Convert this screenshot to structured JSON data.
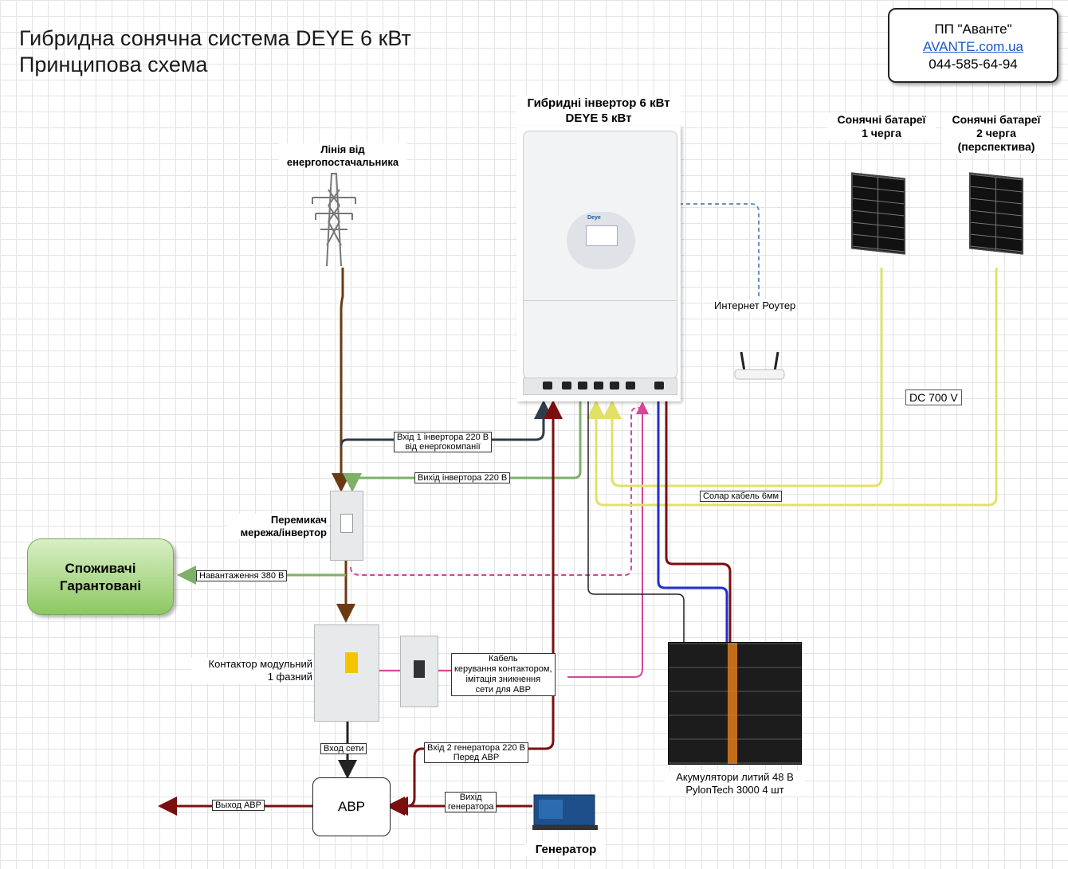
{
  "title": {
    "line1": "Гибридна сонячна система DEYE 6 кВт",
    "line2": "Принципова схема"
  },
  "company": {
    "name": "ПП \"Аванте\"",
    "website": "AVANTE.com.ua",
    "phone": "044-585-64-94"
  },
  "inverter": {
    "label_line1": "Гибридні інвертор 6 кВт",
    "label_line2": "DEYE 5 кВт",
    "brand": "Deye"
  },
  "grid_line": {
    "label_line1": "Лінія від",
    "label_line2": "енергопостачальника"
  },
  "solar": {
    "panel1_line1": "Сонячні батареї",
    "panel1_line2": "1 черга",
    "panel2_line1": "Сонячні батареї",
    "panel2_line2": "2 черга",
    "panel2_line3": "(перспектива)",
    "voltage": "DC 700 V",
    "cable": "Солар кабель 6мм"
  },
  "router": {
    "label": "Интернет Роутер"
  },
  "switch": {
    "label_line1": "Перемикач",
    "label_line2": "мережа/інвертор"
  },
  "consumers": {
    "line1": "Споживачі",
    "line2": "Гарантовані"
  },
  "contactor": {
    "label_line1": "Контактор модульний",
    "label_line2": "1 фазний"
  },
  "control_cable": {
    "line1": "Кабель",
    "line2": "керування контактором,",
    "line3": "імітація зникнення",
    "line4": "сети для АВР"
  },
  "battery": {
    "label_line1": "Акумулятори литий 48 В",
    "label_line2": "PylonTech 3000 4 шт"
  },
  "avr": {
    "label": "АВР"
  },
  "generator": {
    "label": "Генератор"
  },
  "captions": {
    "input1_line1": "Вхід 1 інвертора 220 В",
    "input1_line2": "від енергокомпанії",
    "inverter_output": "Вихід інвертора 220 В",
    "load": "Навантаження 380 В",
    "grid_input": "Вход сети",
    "input2_line1": "Вхід 2 генератора 220 В",
    "input2_line2": "Перед АВР",
    "generator_out_line1": "Вихід",
    "generator_out_line2": "генератора",
    "avr_out": "Выход АВР"
  },
  "colors": {
    "grid_brown": "#6b3a12",
    "dark_slate": "#2f3d4a",
    "green": "#7fb069",
    "pink": "#d4479a",
    "yellow": "#e2e06a",
    "blue": "#1f2fd0",
    "dark_red": "#7a0f10",
    "black": "#222222",
    "router_blue": "#6a8fc4"
  }
}
